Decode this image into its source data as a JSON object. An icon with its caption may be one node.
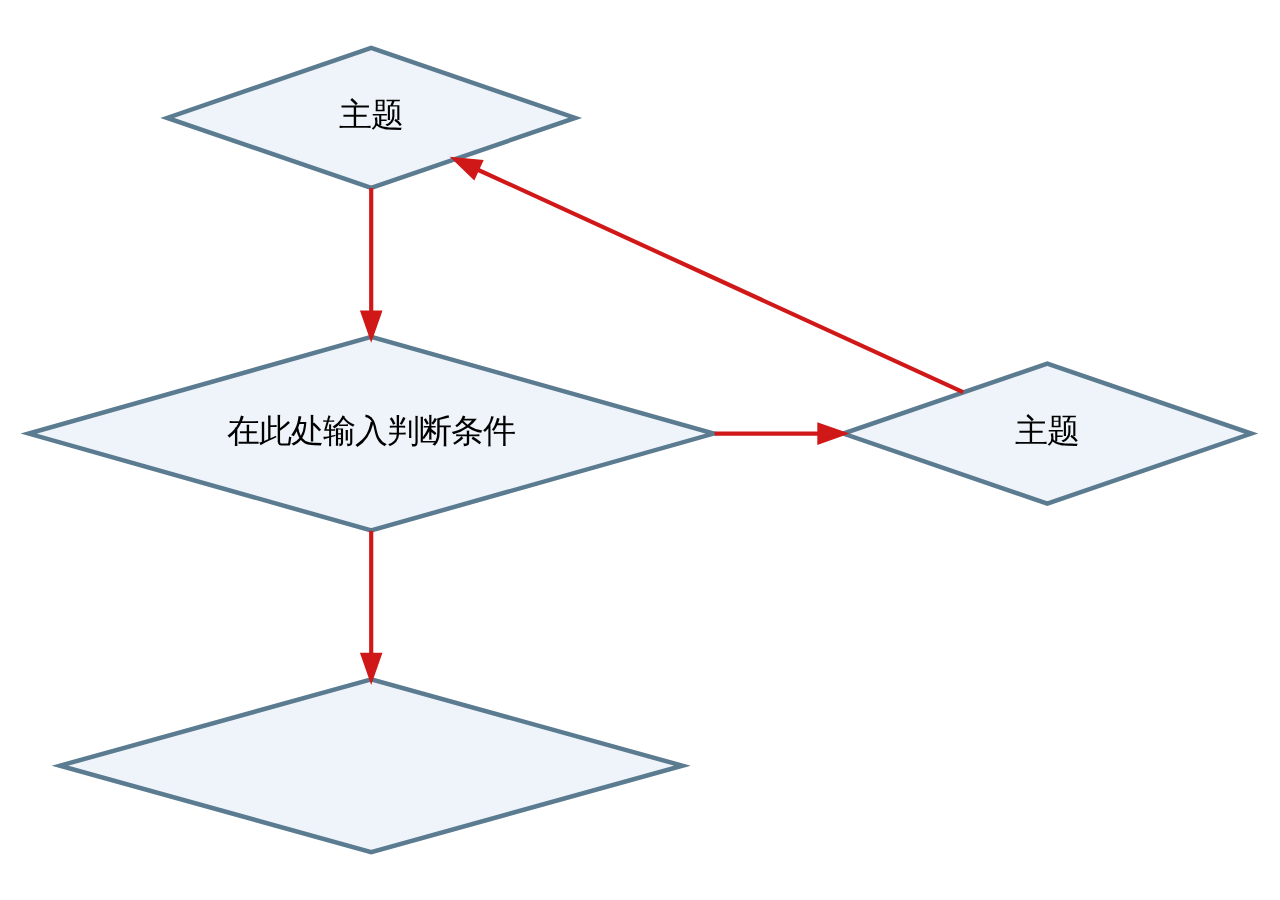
{
  "diagram": {
    "nodes": [
      {
        "text": [
          "主题"
        ]
      },
      {
        "text": [
          "在此处输入判断条件"
        ]
      },
      {
        "text": [
          "主题"
        ]
      },
      {
        "text": [],
        "shape": "diamond"
      }
    ],
    "edges": [
      {
        "from": 0,
        "to": 1,
        "arrow": "to"
      },
      {
        "from": 1,
        "to": 2,
        "arrow": "to"
      },
      {
        "from": 2,
        "to": 0,
        "arrow": "to"
      },
      {
        "from": 1,
        "to": 3,
        "arrow": "to"
      }
    ]
  }
}
